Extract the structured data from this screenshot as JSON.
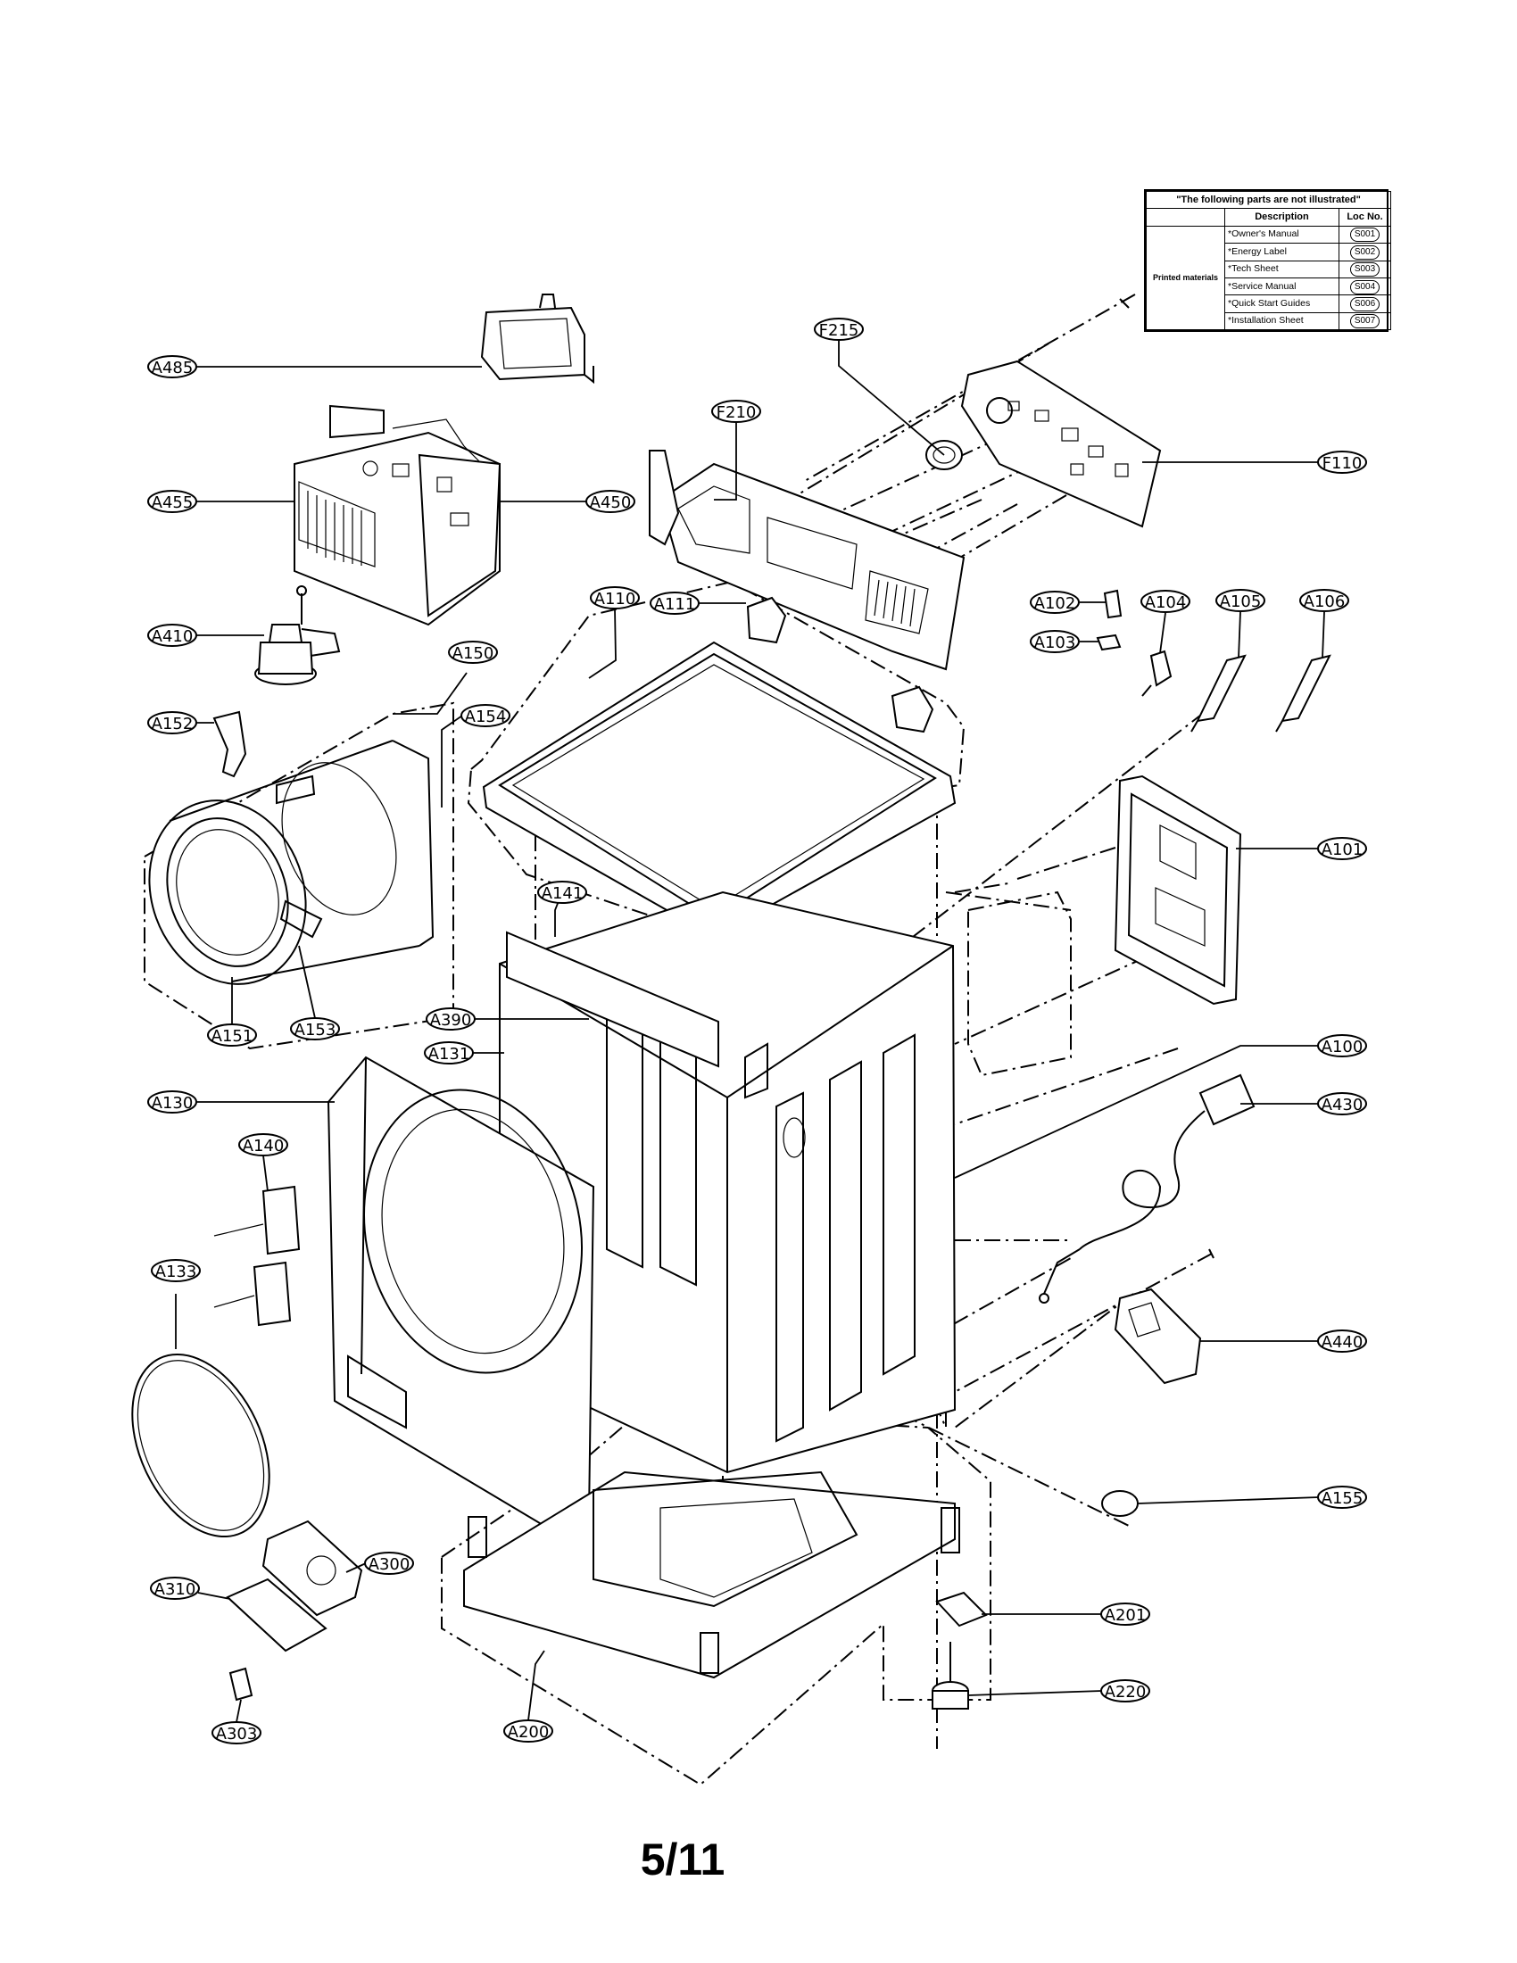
{
  "page_number": "5/11",
  "not_illustrated": {
    "title": "\"The following parts are not illustrated\"",
    "col_description": "Description",
    "col_loc": "Loc No.",
    "category": "Printed materials",
    "rows": [
      {
        "description": "*Owner's Manual",
        "loc": "S001"
      },
      {
        "description": "*Energy Label",
        "loc": "S002"
      },
      {
        "description": "*Tech Sheet",
        "loc": "S003"
      },
      {
        "description": "*Service Manual",
        "loc": "S004"
      },
      {
        "description": "*Quick Start Guides",
        "loc": "S006"
      },
      {
        "description": "*Installation Sheet",
        "loc": "S007"
      }
    ]
  },
  "callouts": {
    "A485": "A485",
    "A455": "A455",
    "A450": "A450",
    "A410": "A410",
    "A150": "A150",
    "A152": "A152",
    "A154": "A154",
    "A151": "A151",
    "A153": "A153",
    "A110": "A110",
    "A111": "A111",
    "F210": "F210",
    "F215": "F215",
    "F110": "F110",
    "A102": "A102",
    "A103": "A103",
    "A104": "A104",
    "A105": "A105",
    "A106": "A106",
    "A101": "A101",
    "A141": "A141",
    "A390": "A390",
    "A131": "A131",
    "A130": "A130",
    "A100": "A100",
    "A430": "A430",
    "A140": "A140",
    "A133": "A133",
    "A440": "A440",
    "A155": "A155",
    "A300": "A300",
    "A310": "A310",
    "A303": "A303",
    "A200": "A200",
    "A201": "A201",
    "A220": "A220"
  }
}
